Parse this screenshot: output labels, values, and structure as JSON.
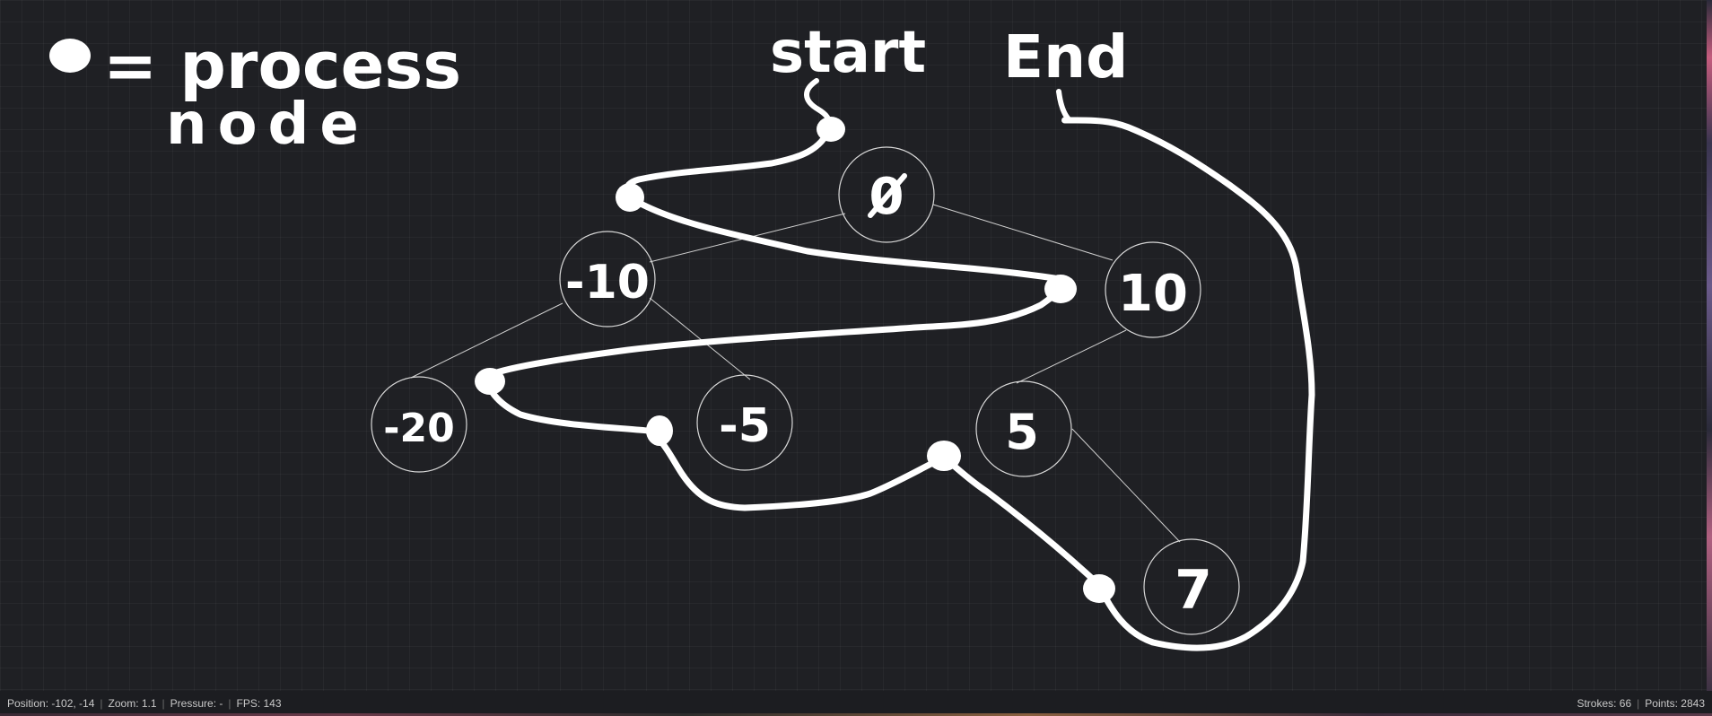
{
  "canvas": {
    "legend_text_line1": "= process",
    "legend_text_line2": "node",
    "start_label": "start",
    "end_label": "End",
    "nodes": [
      "0",
      "-10",
      "10",
      "-20",
      "-5",
      "5",
      "7"
    ]
  },
  "status_bar": {
    "position": "Position: -102, -14",
    "zoom": "Zoom: 1.1",
    "pressure": "Pressure: -",
    "fps": "FPS: 143",
    "strokes": "Strokes: 66",
    "points": "Points: 2843"
  },
  "colors": {
    "background": "#1f2024",
    "ink": "#ffffff",
    "node_outline": "#d8d8d8"
  }
}
